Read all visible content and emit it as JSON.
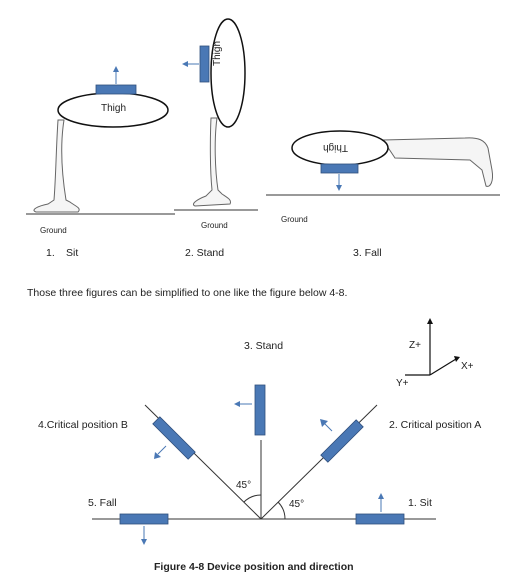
{
  "top_panels": {
    "sit": {
      "thigh_label": "Thigh",
      "ground_label": "Ground",
      "number": "1.",
      "caption": "Sit"
    },
    "stand": {
      "thigh_label": "Thigh",
      "ground_label": "Ground",
      "caption": "2. Stand"
    },
    "fall": {
      "thigh_label": "Thigh",
      "ground_label": "Ground",
      "caption": "3. Fall"
    }
  },
  "intro_text": "Those three figures can be simplified to one like the figure below 4-8.",
  "diagram": {
    "stand_label": "3. Stand",
    "critical_a_label": "2. Critical position A",
    "critical_b_label": "4.Critical position B",
    "fall_label": "5. Fall",
    "sit_label": "1. Sit",
    "angle_left": "45°",
    "angle_right": "45°",
    "axes": {
      "z": "Z+",
      "x": "X+",
      "y": "Y+"
    }
  },
  "figure_caption": "Figure 4-8 Device position and direction",
  "colors": {
    "device_fill": "#4a78b5",
    "device_stroke": "#2f4f7d",
    "arrow": "#4a78b5",
    "line": "#333333"
  }
}
